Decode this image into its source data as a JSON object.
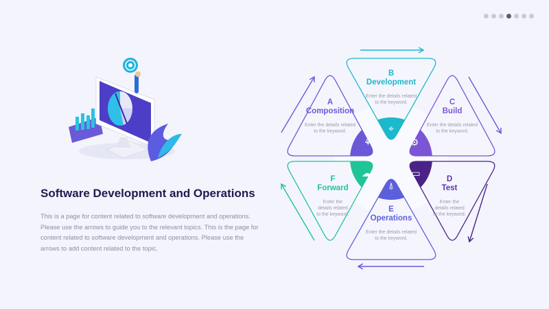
{
  "pagination": {
    "total": 7,
    "active_index": 3
  },
  "title": "Software Development and Operations",
  "description": "This is a page for content related to software development and operations. Please use the arrows to guide you to the relevant topics. This is the page for content related to software development and operations. Please use the arrows to add content related to the topic.",
  "diagram": {
    "segments": [
      {
        "letter": "A",
        "name": "Composition",
        "details": [
          "Enter the details related",
          "to the keyword."
        ],
        "color": "#6a58d8",
        "icon": "hierarchy-icon"
      },
      {
        "letter": "B",
        "name": "Development",
        "details": [
          "Enter the details related",
          "to the keyword."
        ],
        "color": "#1cb8cc",
        "icon": "target-icon"
      },
      {
        "letter": "C",
        "name": "Build",
        "details": [
          "Enter the details related",
          "to the keyword."
        ],
        "color": "#7b55d6",
        "icon": "gear-icon"
      },
      {
        "letter": "D",
        "name": "Test",
        "details": [
          "Enter the",
          "details related",
          "to the keyword."
        ],
        "color": "#4b2388",
        "icon": "monitor-icon"
      },
      {
        "letter": "E",
        "name": "Operations",
        "details": [
          "Enter the details related",
          "to the keyword."
        ],
        "color": "#5c5fdc",
        "icon": "antenna-icon"
      },
      {
        "letter": "F",
        "name": "Forward",
        "details": [
          "Enter the",
          "details related",
          "to the keyword."
        ],
        "color": "#1fc497",
        "icon": "cloud-sync-icon"
      }
    ]
  }
}
